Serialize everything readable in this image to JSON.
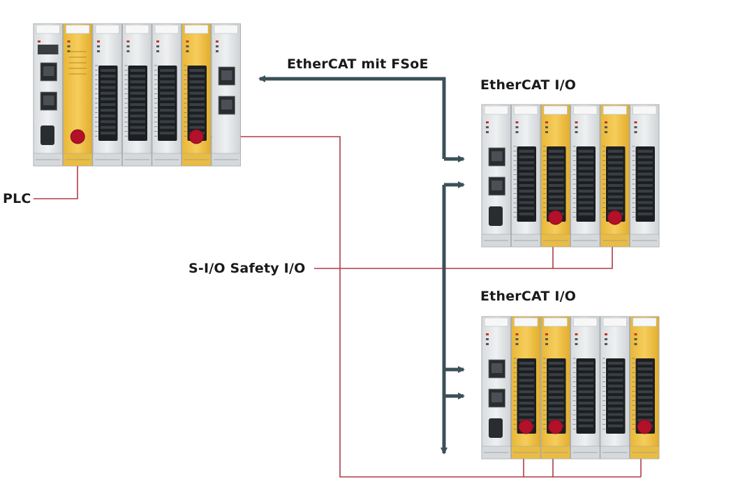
{
  "labels": {
    "network": "EtherCAT mit FSoE",
    "io_upper": "EtherCAT I/O",
    "io_lower": "EtherCAT I/O",
    "plc": "PLC",
    "safety": "S-I/O Safety I/O"
  },
  "colors": {
    "bus": "#3b5059",
    "safety_wire": "#b03a48",
    "safety_dot": "#b3102a",
    "yellow_module": "#f1c24a",
    "grey_module": "#e3e6e8",
    "terminal": "#1c1f22"
  },
  "racks": [
    {
      "id": "plc-rack",
      "modules": [
        "controller",
        "safety-yellow",
        "io-grey",
        "io-grey",
        "io-grey",
        "safety-yellow",
        "coupler-ports"
      ],
      "safety_dots": [
        1,
        5
      ]
    },
    {
      "id": "io-rack-upper",
      "modules": [
        "coupler",
        "io-grey",
        "safety-yellow",
        "io-grey",
        "safety-yellow",
        "io-grey"
      ],
      "safety_dots": [
        2,
        4
      ]
    },
    {
      "id": "io-rack-lower",
      "modules": [
        "coupler",
        "safety-yellow",
        "safety-yellow",
        "io-grey",
        "io-grey",
        "safety-yellow"
      ],
      "safety_dots": [
        1,
        2,
        5
      ]
    }
  ]
}
